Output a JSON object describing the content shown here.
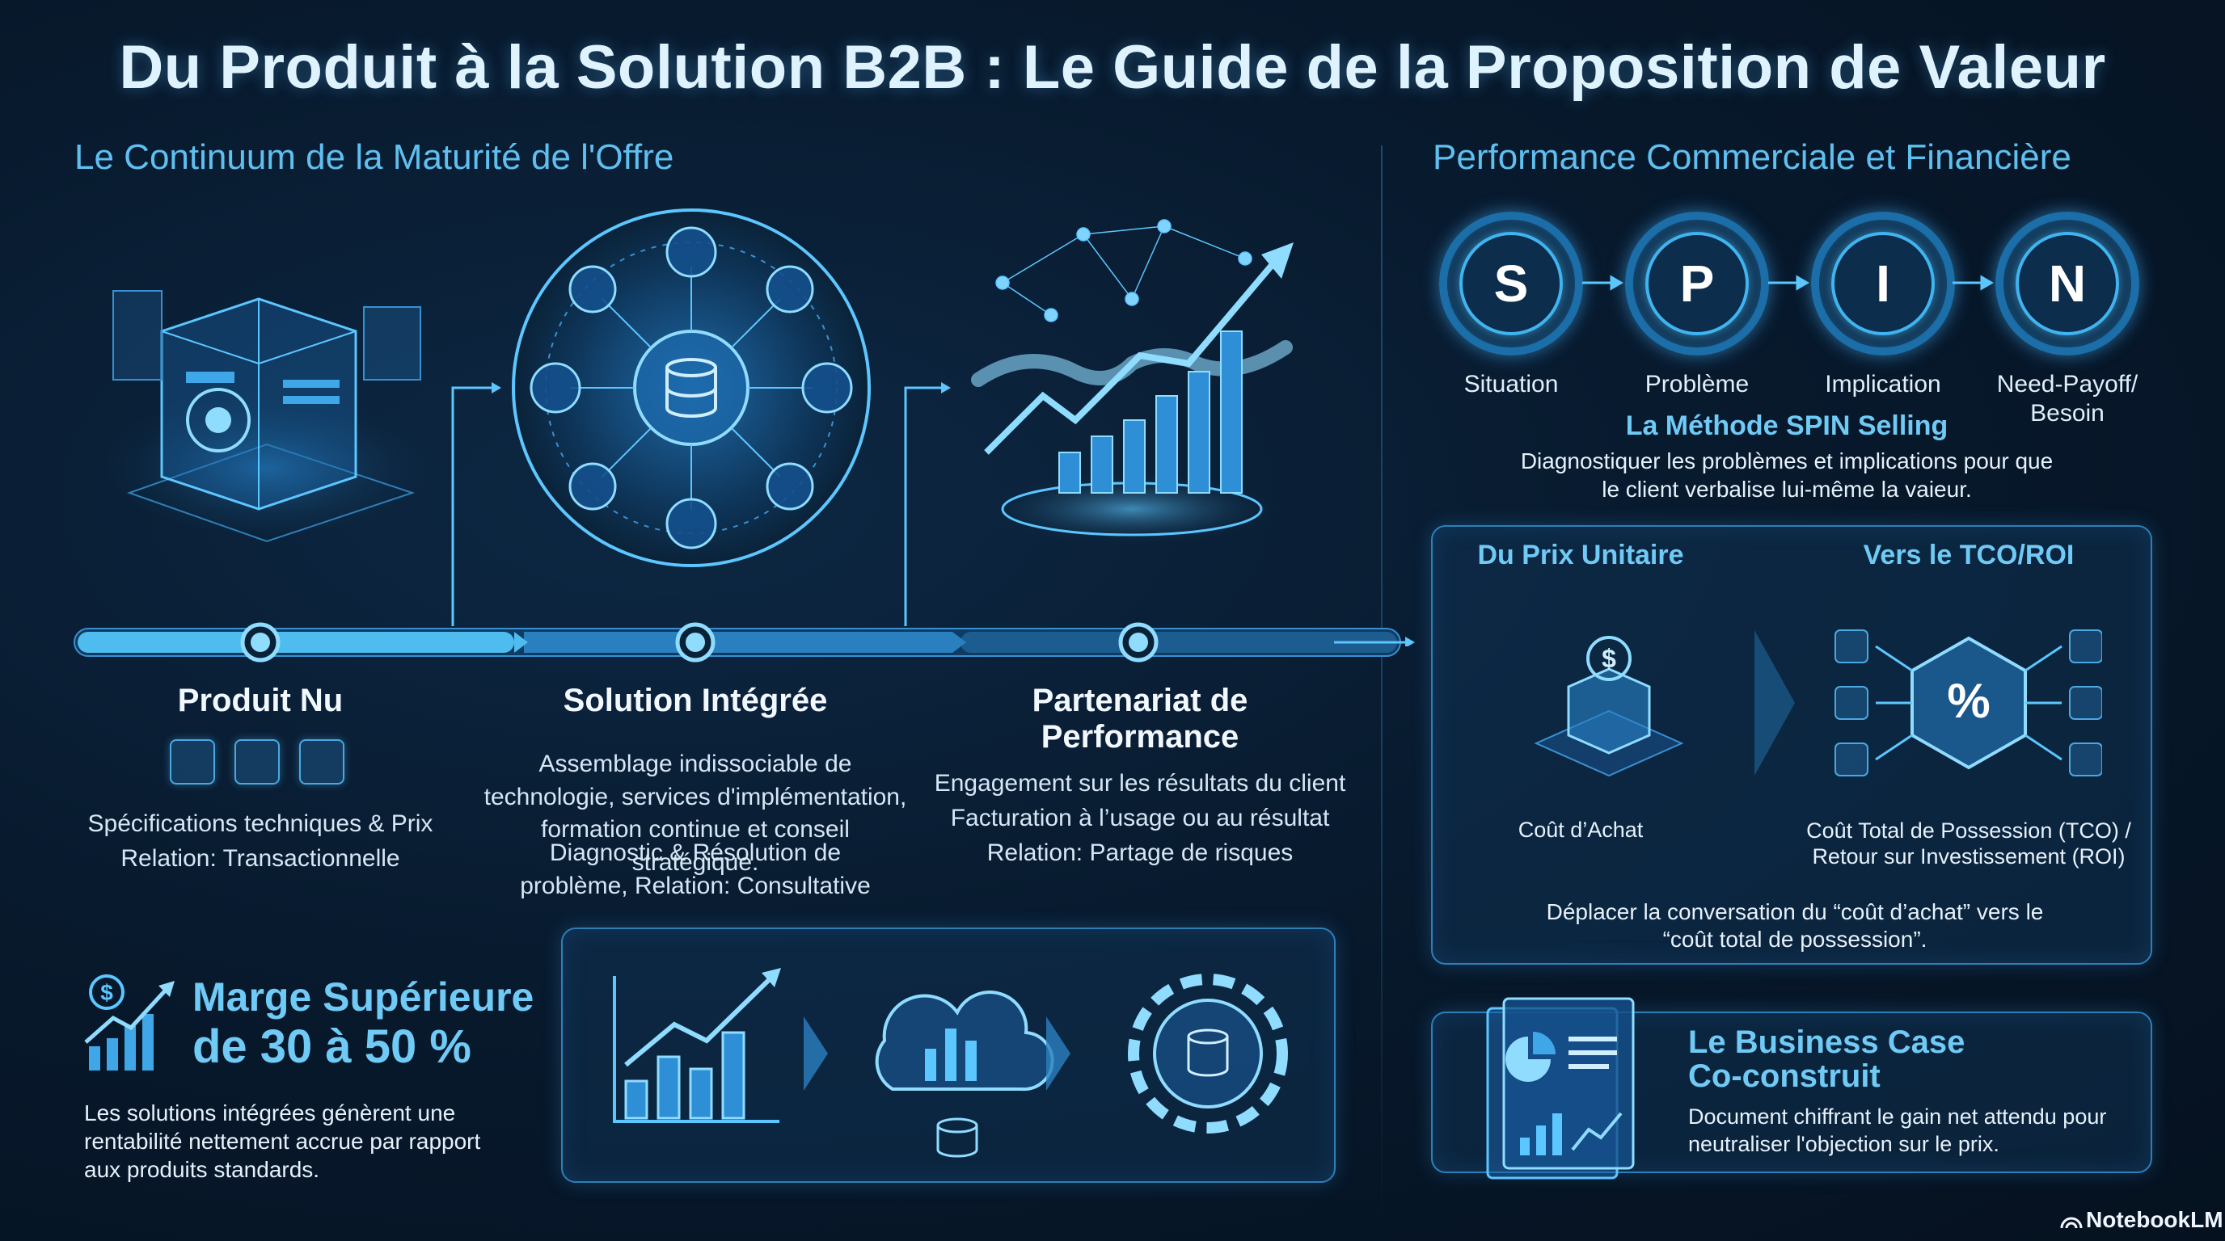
{
  "title": "Du Produit à la Solution B2B : Le Guide de la Proposition de Valeur",
  "left_section": {
    "heading": "Le Continuum de la Maturité de l'Offre",
    "stages": [
      {
        "name": "Produit Nu",
        "desc1": "Spécifications techniques & Prix",
        "desc2": "Relation: Transactionnelle"
      },
      {
        "name": "Solution Intégrée",
        "desc1": "Assemblage indissociable de technologie, services d'implémentation, formation continue et conseil stratégique.",
        "desc2": "Diagnostic & Résolution de problème, Relation: Consultative"
      },
      {
        "name": "Partenariat de Performance",
        "desc1": "Engagement sur les résultats du client",
        "desc2": "Facturation à l’usage ou au résultat",
        "desc3": "Relation: Partage de risques"
      }
    ]
  },
  "margin": {
    "headline1": "Marge Supérieure",
    "headline2": "de 30 à 50 %",
    "desc": "Les solutions intégrées génèrent une rentabilité nettement accrue par rapport aux produits standards."
  },
  "right_section": {
    "heading": "Performance Commerciale et Financière",
    "spin": [
      {
        "letter": "S",
        "label": "Situation"
      },
      {
        "letter": "P",
        "label": "Problème"
      },
      {
        "letter": "I",
        "label": "Implication"
      },
      {
        "letter": "N",
        "label": "Need-Payoff/ Besoin"
      }
    ],
    "spin_title": "La Méthode SPIN Selling",
    "spin_desc": "Diagnostiquer les problèmes et implications pour que le client verbalise lui-même la vaieur.",
    "price_panel": {
      "left_title": "Du Prix Unitaire",
      "right_title": "Vers le TCO/ROI",
      "left_caption": "Coût d’Achat",
      "right_caption": "Coût Total de Possession (TCO) / Retour sur Investissement (ROI)",
      "bottom": "Déplacer la conversation du “coût d’achat” vers le “coût total de possession”."
    },
    "business_case": {
      "title1": "Le Business Case",
      "title2": "Co-construit",
      "desc": "Document chiffrant le gain net attendu pour neutraliser l'objection sur le prix."
    }
  },
  "brand": "NotebookLM",
  "colors": {
    "accent": "#3fb4f0",
    "heading": "#5fc0f0",
    "background": "#081a2e"
  },
  "icons": [
    "server-cube-icon",
    "solution-orb-icon",
    "handshake-growth-icon",
    "dollar-growth-icon",
    "chart-cloud-gear-icon",
    "percent-hexagon-icon",
    "document-chart-icon"
  ]
}
